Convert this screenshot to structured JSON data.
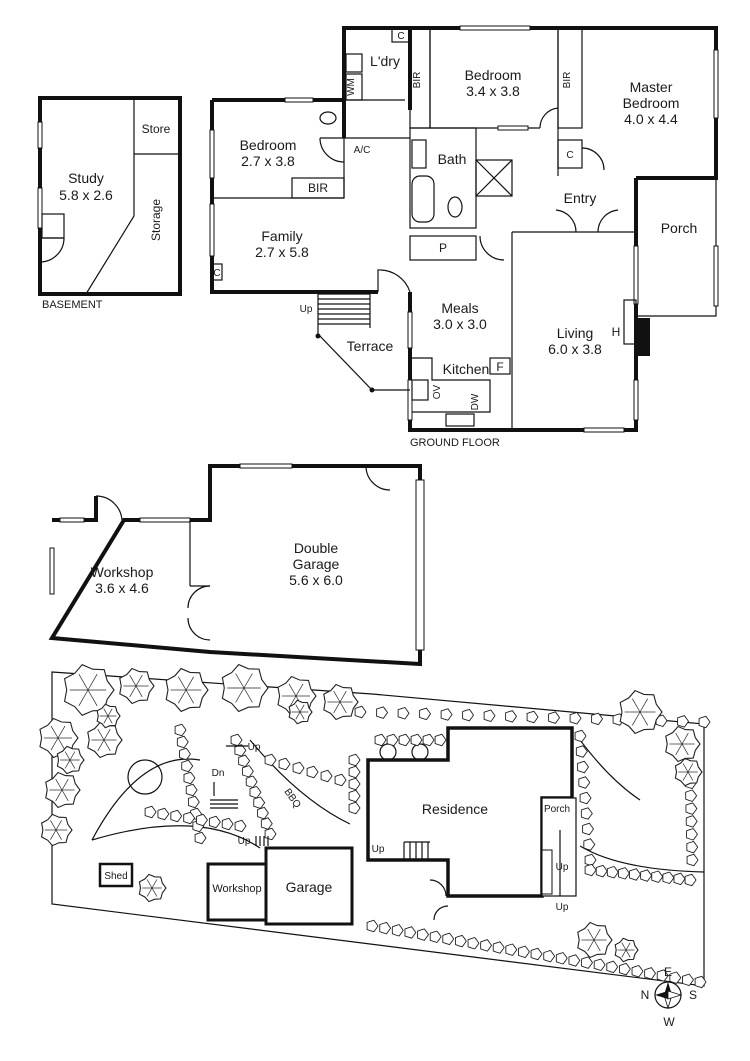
{
  "basement": {
    "label": "BASEMENT",
    "study_name": "Study",
    "study_dims": "5.8 x 2.6",
    "store": "Store",
    "storage": "Storage"
  },
  "ground_floor": {
    "label": "GROUND FLOOR",
    "rooms": {
      "bedroom_left_name": "Bedroom",
      "bedroom_left_dims": "2.7 x 3.8",
      "bedroom_mid_name": "Bedroom",
      "bedroom_mid_dims": "3.4 x 3.8",
      "master_name_1": "Master",
      "master_name_2": "Bedroom",
      "master_dims": "4.0 x 4.4",
      "family_name": "Family",
      "family_dims": "2.7 x 5.8",
      "meals_name": "Meals",
      "meals_dims": "3.0 x 3.0",
      "living_name": "Living",
      "living_dims": "6.0 x 3.8",
      "laundry": "L'dry",
      "bath": "Bath",
      "entry": "Entry",
      "porch": "Porch",
      "terrace": "Terrace",
      "kitchen": "Kitchen"
    },
    "small_labels": {
      "bir": "BIR",
      "c": "C",
      "wm": "WM",
      "ac": "A/C",
      "p": "P",
      "h": "H",
      "f": "F",
      "dw": "DW",
      "ov": "OV",
      "up": "Up"
    }
  },
  "outbuilding": {
    "workshop_name": "Workshop",
    "workshop_dims": "3.6 x 4.6",
    "garage_name_1": "Double",
    "garage_name_2": "Garage",
    "garage_dims": "5.6 x 6.0"
  },
  "site": {
    "residence": "Residence",
    "porch": "Porch",
    "shed": "Shed",
    "workshop": "Workshop",
    "garage": "Garage",
    "up": "Up",
    "dn": "Dn",
    "bbq": "BBQ"
  },
  "compass": {
    "n": "N",
    "e": "E",
    "s": "S",
    "w": "W"
  }
}
